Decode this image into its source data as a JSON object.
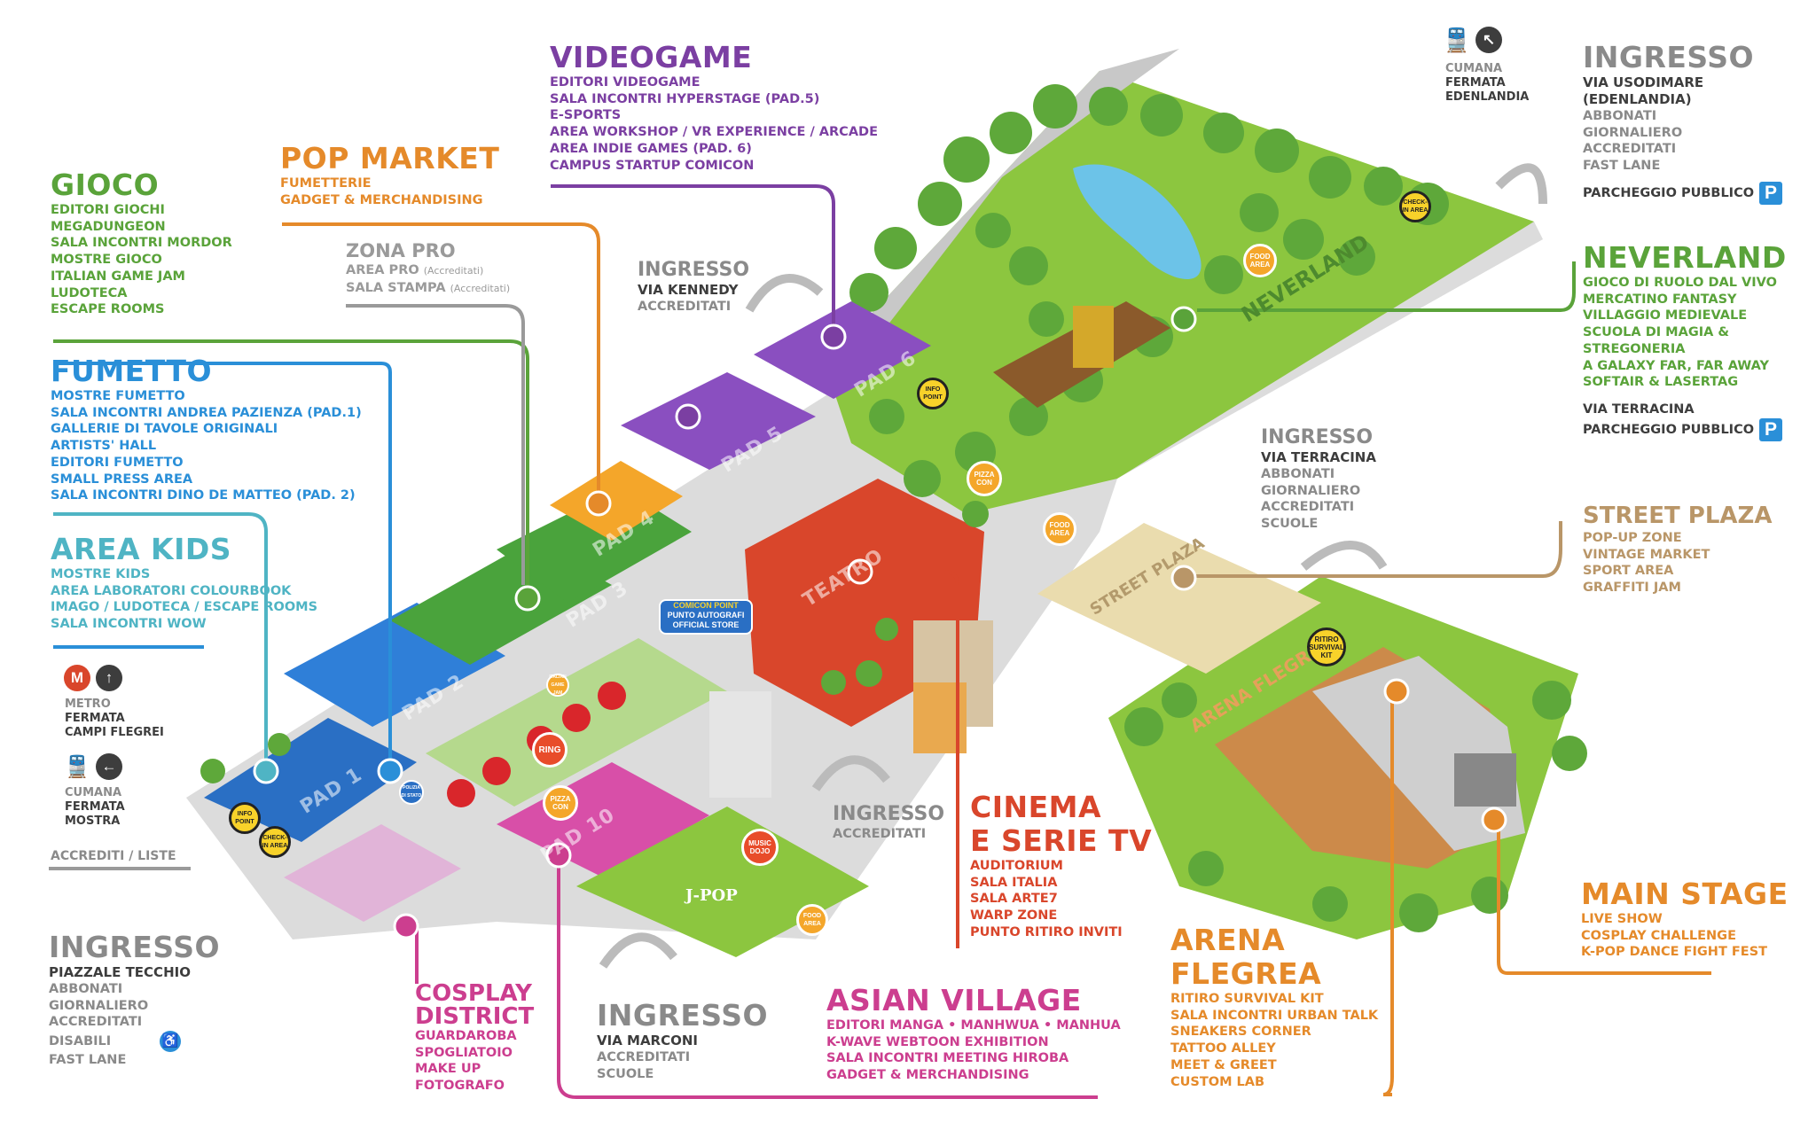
{
  "colors": {
    "gioco": "#5aa33a",
    "fumetto": "#2a8fd8",
    "area_kids": "#4fb4c4",
    "pop_market": "#e58a2a",
    "videogame": "#7b3fa2",
    "zona_pro": "#9a9a9a",
    "cinema": "#d9462b",
    "cosplay": "#cc3e8f",
    "asian_village": "#cc3e8f",
    "arena": "#e58a2a",
    "main_stage": "#e58a2a",
    "neverland": "#5aa33a",
    "street_plaza": "#b99668",
    "ingresso": "#8a8a8a",
    "parking": "#2a8fd8",
    "metro": "#d9462b"
  },
  "legend": {
    "gioco": {
      "title": "GIOCO",
      "items": [
        "EDITORI GIOCHI",
        "MEGADUNGEON",
        "SALA INCONTRI MORDOR",
        "MOSTRE GIOCO",
        "ITALIAN GAME JAM",
        "LUDOTECA",
        "ESCAPE ROOMS"
      ]
    },
    "pop_market": {
      "title": "POP MARKET",
      "items": [
        "FUMETTERIE",
        "GADGET & MERCHANDISING"
      ]
    },
    "videogame": {
      "title": "VIDEOGAME",
      "items": [
        "EDITORI VIDEOGAME",
        "SALA INCONTRI HYPERSTAGE (PAD.5)",
        "E-SPORTS",
        "AREA WORKSHOP / VR EXPERIENCE / ARCADE",
        "AREA INDIE GAMES (PAD. 6)",
        "CAMPUS STARTUP COMICON"
      ]
    },
    "zona_pro": {
      "title": "ZONA PRO",
      "items": [
        {
          "text": "AREA PRO",
          "note": "(Accreditati)"
        },
        {
          "text": "SALA STAMPA",
          "note": "(Accreditati)"
        }
      ]
    },
    "fumetto": {
      "title": "FUMETTO",
      "items": [
        "MOSTRE FUMETTO",
        "SALA INCONTRI ANDREA PAZIENZA (PAD.1)",
        "GALLERIE DI TAVOLE ORIGINALI",
        "ARTISTS' HALL",
        "EDITORI FUMETTO",
        "SMALL PRESS AREA",
        "SALA INCONTRI DINO DE MATTEO (PAD. 2)"
      ]
    },
    "area_kids": {
      "title": "AREA KIDS",
      "items": [
        "MOSTRE KIDS",
        "AREA LABORATORI COLOURBOOK",
        "IMAGO / LUDOTECA / ESCAPE ROOMS",
        "SALA INCONTRI WOW"
      ]
    },
    "cinema": {
      "title_line1": "CINEMA",
      "title_line2": "E SERIE TV",
      "items": [
        "AUDITORIUM",
        "SALA ITALIA",
        "SALA ARTE7",
        "WARP ZONE",
        "PUNTO RITIRO INVITI"
      ]
    },
    "cosplay": {
      "title_line1": "COSPLAY",
      "title_line2": "DISTRICT",
      "items": [
        "GUARDAROBA",
        "SPOGLIATOIO",
        "MAKE UP",
        "FOTOGRAFO"
      ]
    },
    "asian_village": {
      "title": "ASIAN VILLAGE",
      "items": [
        "EDITORI MANGA • MANHWUA • MANHUA",
        "K-WAVE WEBTOON EXHIBITION",
        "SALA INCONTRI MEETING HIROBA",
        "GADGET & MERCHANDISING"
      ]
    },
    "arena": {
      "title_line1": "ARENA",
      "title_line2": "FLEGREA",
      "items": [
        "RITIRO SURVIVAL KIT",
        "SALA INCONTRI URBAN TALK",
        "SNEAKERS CORNER",
        "TATTOO ALLEY",
        "MEET & GREET",
        "CUSTOM LAB"
      ]
    },
    "main_stage": {
      "title": "MAIN STAGE",
      "items": [
        "LIVE SHOW",
        "COSPLAY CHALLENGE",
        "K-POP DANCE FIGHT FEST"
      ]
    },
    "neverland": {
      "title": "NEVERLAND",
      "items": [
        "GIOCO DI RUOLO DAL VIVO",
        "MERCATINO FANTASY",
        "VILLAGGIO MEDIEVALE",
        "SCUOLA DI MAGIA & STREGONERIA",
        "A GALAXY FAR, FAR AWAY",
        "SOFTAIR & LASERTAG"
      ]
    },
    "street_plaza": {
      "title": "STREET PLAZA",
      "items": [
        "POP-UP ZONE",
        "VINTAGE MARKET",
        "SPORT AREA",
        "GRAFFITI JAM"
      ]
    }
  },
  "entrances": {
    "usodimare": {
      "title": "INGRESSO",
      "street": "VIA USODIMARE (EDENLANDIA)",
      "items": [
        "ABBONATI",
        "GIORNALIERO",
        "ACCREDITATI",
        "FAST LANE"
      ],
      "parking": "PARCHEGGIO PUBBLICO"
    },
    "terracina_parking": {
      "street": "VIA TERRACINA",
      "parking": "PARCHEGGIO PUBBLICO"
    },
    "kennedy": {
      "title": "INGRESSO",
      "street": "VIA KENNEDY",
      "items": [
        "ACCREDITATI"
      ]
    },
    "terracina": {
      "title": "INGRESSO",
      "street": "VIA TERRACINA",
      "items": [
        "ABBONATI",
        "GIORNALIERO",
        "ACCREDITATI",
        "SCUOLE"
      ]
    },
    "accreditati": {
      "title": "INGRESSO",
      "items": [
        "ACCREDITATI"
      ]
    },
    "marconi": {
      "title": "INGRESSO",
      "street": "VIA MARCONI",
      "items": [
        "ACCREDITATI",
        "SCUOLE"
      ]
    },
    "tecchio": {
      "title": "INGRESSO",
      "street": "PIAZZALE TECCHIO",
      "items": [
        "ABBONATI",
        "GIORNALIERO",
        "ACCREDITATI",
        "DISABILI",
        "FAST LANE"
      ]
    }
  },
  "transport": {
    "metro": {
      "line1": "METRO",
      "line2": "FERMATA",
      "line3": "CAMPI FLEGREI",
      "badge": "M"
    },
    "cumana_mostra": {
      "line1": "CUMANA",
      "line2": "FERMATA",
      "line3": "MOSTRA"
    },
    "cumana_edenlandia": {
      "line1": "CUMANA",
      "line2": "FERMATA",
      "line3": "EDENLANDIA"
    },
    "accrediti": "ACCREDITI / LISTE"
  },
  "map_labels": {
    "pad1": "PAD 1",
    "pad2": "PAD 2",
    "pad3": "PAD 3",
    "pad4": "PAD 4",
    "pad5": "PAD 5",
    "pad6": "PAD 6",
    "pad10": "PAD 10",
    "teatro": "TEATRO",
    "street_plaza": "STREET PLAZA",
    "neverland": "NEVERLAND",
    "arena_flegrea": "ARENA FLEGREA",
    "comicon_point": "COMICON POINT",
    "comicon_point2": "PUNTO AUTOGRAFI",
    "comicon_point3": "OFFICIAL STORE",
    "ring": "RING",
    "pizza": "PIZZA CON",
    "food": "FOOD AREA",
    "info": "INFO POINT",
    "check_in": "CHECK-IN AREA",
    "music_dojo": "MUSIC DOJO",
    "survival_kit": "RITIRO SURVIVAL KIT",
    "jpop": "J-POP",
    "italian_game_jam": "ITALIAN GAME JAM",
    "polizia": "POLIZIA DI STATO"
  }
}
